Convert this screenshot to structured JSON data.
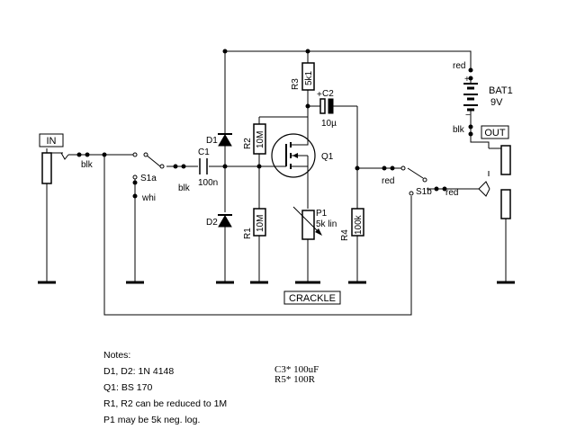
{
  "labels": {
    "in": "IN",
    "out": "OUT",
    "crackle": "CRACKLE",
    "bat_name": "BAT1",
    "bat_voltage": "9V",
    "bat_plus": "+",
    "bat_minus": "−",
    "bat_wire_top": "red",
    "bat_wire_bottom": "blk",
    "in_wire": "blk",
    "s1a": "S1a",
    "s1a_wire_whi": "whi",
    "s1a_wire_blk": "blk",
    "s1b": "S1b",
    "s1b_wire_in": "red",
    "s1b_wire_out": "red",
    "c1_name": "C1",
    "c1_value": "100n",
    "c2_name": "C2",
    "c2_value": "10µ",
    "d1_name": "D1",
    "d2_name": "D2",
    "r1_name": "R1",
    "r1_value": "10M",
    "r2_name": "R2",
    "r2_value": "10M",
    "r3_name": "R3",
    "r3_value": "5k1",
    "r4_name": "R4",
    "r4_value": "100k",
    "p1_name": "P1",
    "p1_value": "5k lin",
    "q1_name": "Q1"
  },
  "notes": {
    "title": "Notes:",
    "lines": [
      "D1, D2:  1N 4148",
      "Q1:  BS 170",
      "R1, R2 can be reduced to 1M",
      "P1 may be 5k neg. log."
    ],
    "side": [
      "C3* 100uF",
      "R5* 100R"
    ]
  }
}
